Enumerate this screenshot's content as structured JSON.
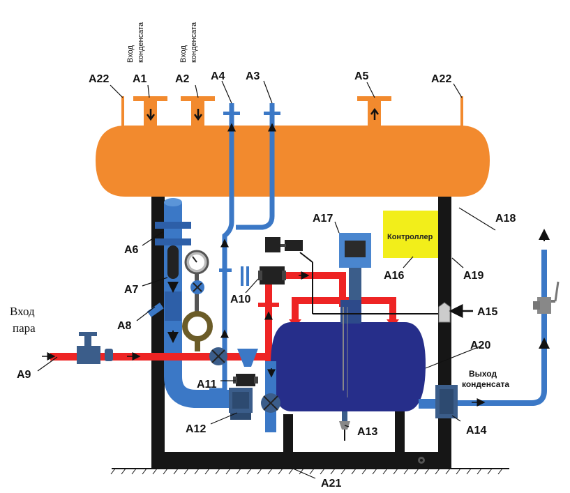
{
  "labels": {
    "a1": "A1",
    "a2": "A2",
    "a3": "A3",
    "a4": "A4",
    "a5": "A5",
    "a6": "A6",
    "a7": "A7",
    "a8": "A8",
    "a9": "A9",
    "a10": "A10",
    "a11": "A11",
    "a12": "A12",
    "a13": "A13",
    "a14": "A14",
    "a15": "A15",
    "a16": "A16",
    "a17": "A17",
    "a18": "A18",
    "a19": "A19",
    "a20": "A20",
    "a21": "A21",
    "a22_left": "A22",
    "a22_right": "A22"
  },
  "captions": {
    "inlet1_line1": "Вход",
    "inlet1_line2": "конденсата",
    "inlet2_line1": "Вход",
    "inlet2_line2": "конденсата",
    "steam_line1": "Вход",
    "steam_line2": "пара",
    "outlet_line1": "Выход",
    "outlet_line2": "конденсата",
    "controller": "Контроллер"
  },
  "colors": {
    "receiver_tank": "#f28a2e",
    "steam_pipe": "#ee2424",
    "condensate_pipe": "#3b78c6",
    "pump_tank": "#262e8a",
    "frame": "#161616",
    "controller_box": "#f2ee1a",
    "sensor_box": "#4a86cf"
  }
}
